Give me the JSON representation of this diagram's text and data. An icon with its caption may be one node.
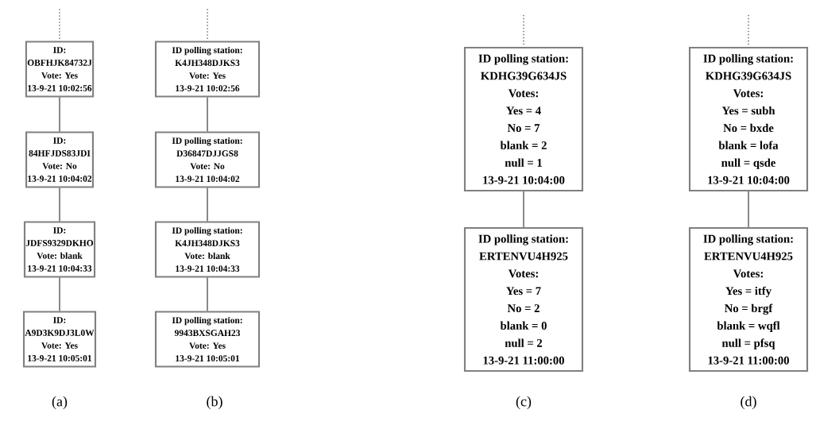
{
  "diagram": {
    "nodes": [
      {
        "text": [
          "ID:",
          "OBFHJK84732J",
          "Vote:  Yes",
          "13-9-21 10:02:56"
        ]
      },
      {
        "text": [
          "ID:",
          "84HFJDS83JDI",
          "Vote:  No",
          "13-9-21 10:04:02"
        ]
      },
      {
        "text": [
          "ID:",
          "JDFS9329DKHO",
          "Vote:  blank",
          "13-9-21 10:04:33"
        ]
      },
      {
        "text": [
          "ID:",
          "A9D3K9DJ3L0W",
          "Vote:  Yes",
          "13-9-21 10:05:01"
        ]
      },
      {
        "text": [
          "ID polling station:",
          "K4JH348DJKS3",
          "Vote:  Yes",
          "13-9-21 10:02:56"
        ]
      },
      {
        "text": [
          "ID polling station:",
          "D36847DJJGS8",
          "Vote:  No",
          "13-9-21 10:04:02"
        ]
      },
      {
        "text": [
          "ID polling station:",
          "K4JH348DJKS3",
          "Vote:  blank",
          "13-9-21 10:04:33"
        ]
      },
      {
        "text": [
          "ID polling station:",
          "9943BXSGAH23",
          "Vote:  Yes",
          "13-9-21 10:05:01"
        ]
      },
      {
        "text": [
          "ID polling station:",
          "KDHG39G634JS",
          "Votes:",
          "Yes = 4",
          "No = 7",
          "blank = 2",
          "null = 1",
          "13-9-21 10:04:00"
        ]
      },
      {
        "text": [
          "ID polling station:",
          "ERTENVU4H925",
          "Votes:",
          "Yes = 7",
          "No = 2",
          "blank = 0",
          "null = 2",
          "13-9-21 11:00:00"
        ]
      },
      {
        "text": [
          "ID polling station:",
          "KDHG39G634JS",
          "Votes:",
          "Yes = subh",
          "No = bxde",
          "blank = lofa",
          "null = qsde",
          "13-9-21 10:04:00"
        ]
      },
      {
        "text": [
          "ID polling station:",
          "ERTENVU4H925",
          "Votes:",
          "Yes = itfy",
          "No = brgf",
          "blank = wqfl",
          "null = pfsq",
          "13-9-21 11:00:00"
        ]
      }
    ],
    "edges": [
      {
        "from": null,
        "to": 0,
        "arrow": "none",
        "style": "dashed"
      },
      {
        "from": 0,
        "to": 1,
        "arrow": "none"
      },
      {
        "from": 1,
        "to": 2,
        "arrow": "none"
      },
      {
        "from": 2,
        "to": 3,
        "arrow": "none"
      },
      {
        "from": null,
        "to": 4,
        "arrow": "none",
        "style": "dashed"
      },
      {
        "from": 4,
        "to": 5,
        "arrow": "none"
      },
      {
        "from": 5,
        "to": 6,
        "arrow": "none"
      },
      {
        "from": 6,
        "to": 7,
        "arrow": "none"
      },
      {
        "from": null,
        "to": 8,
        "arrow": "none",
        "style": "dashed"
      },
      {
        "from": 8,
        "to": 9,
        "arrow": "none"
      },
      {
        "from": null,
        "to": 10,
        "arrow": "none",
        "style": "dashed"
      },
      {
        "from": 10,
        "to": 11,
        "arrow": "none"
      }
    ],
    "labels": [
      "(a)",
      "(b)",
      "(c)",
      "(d)"
    ]
  }
}
